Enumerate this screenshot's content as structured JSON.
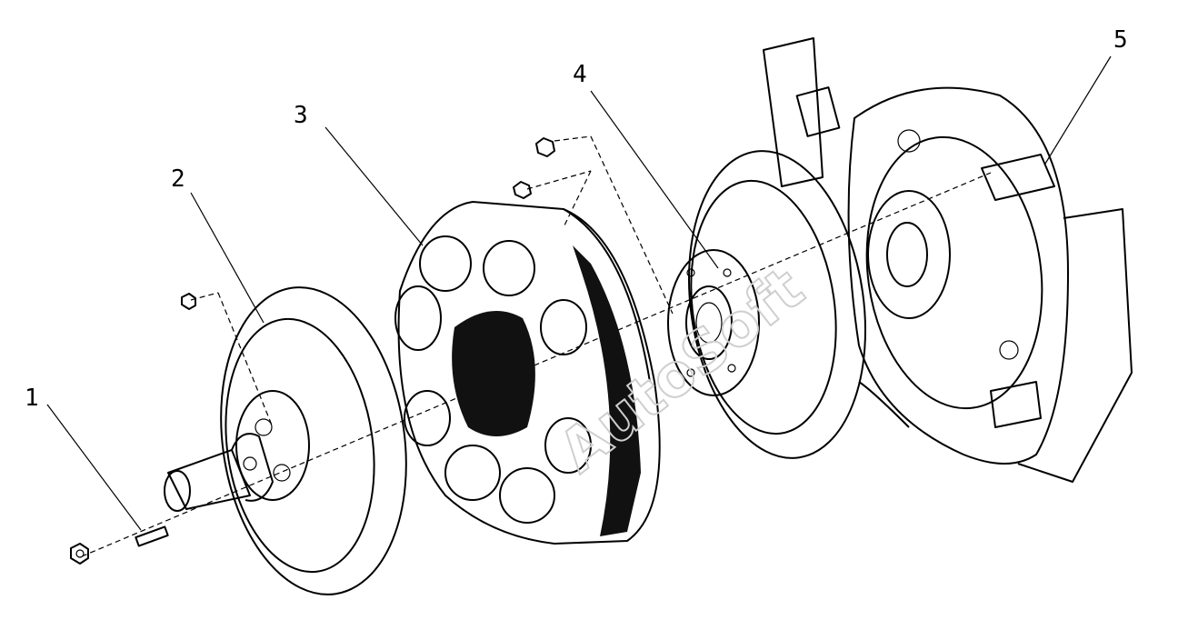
{
  "diagram": {
    "part_labels": [
      "1",
      "2",
      "3",
      "4",
      "5"
    ],
    "watermark": "AutoSoft"
  }
}
